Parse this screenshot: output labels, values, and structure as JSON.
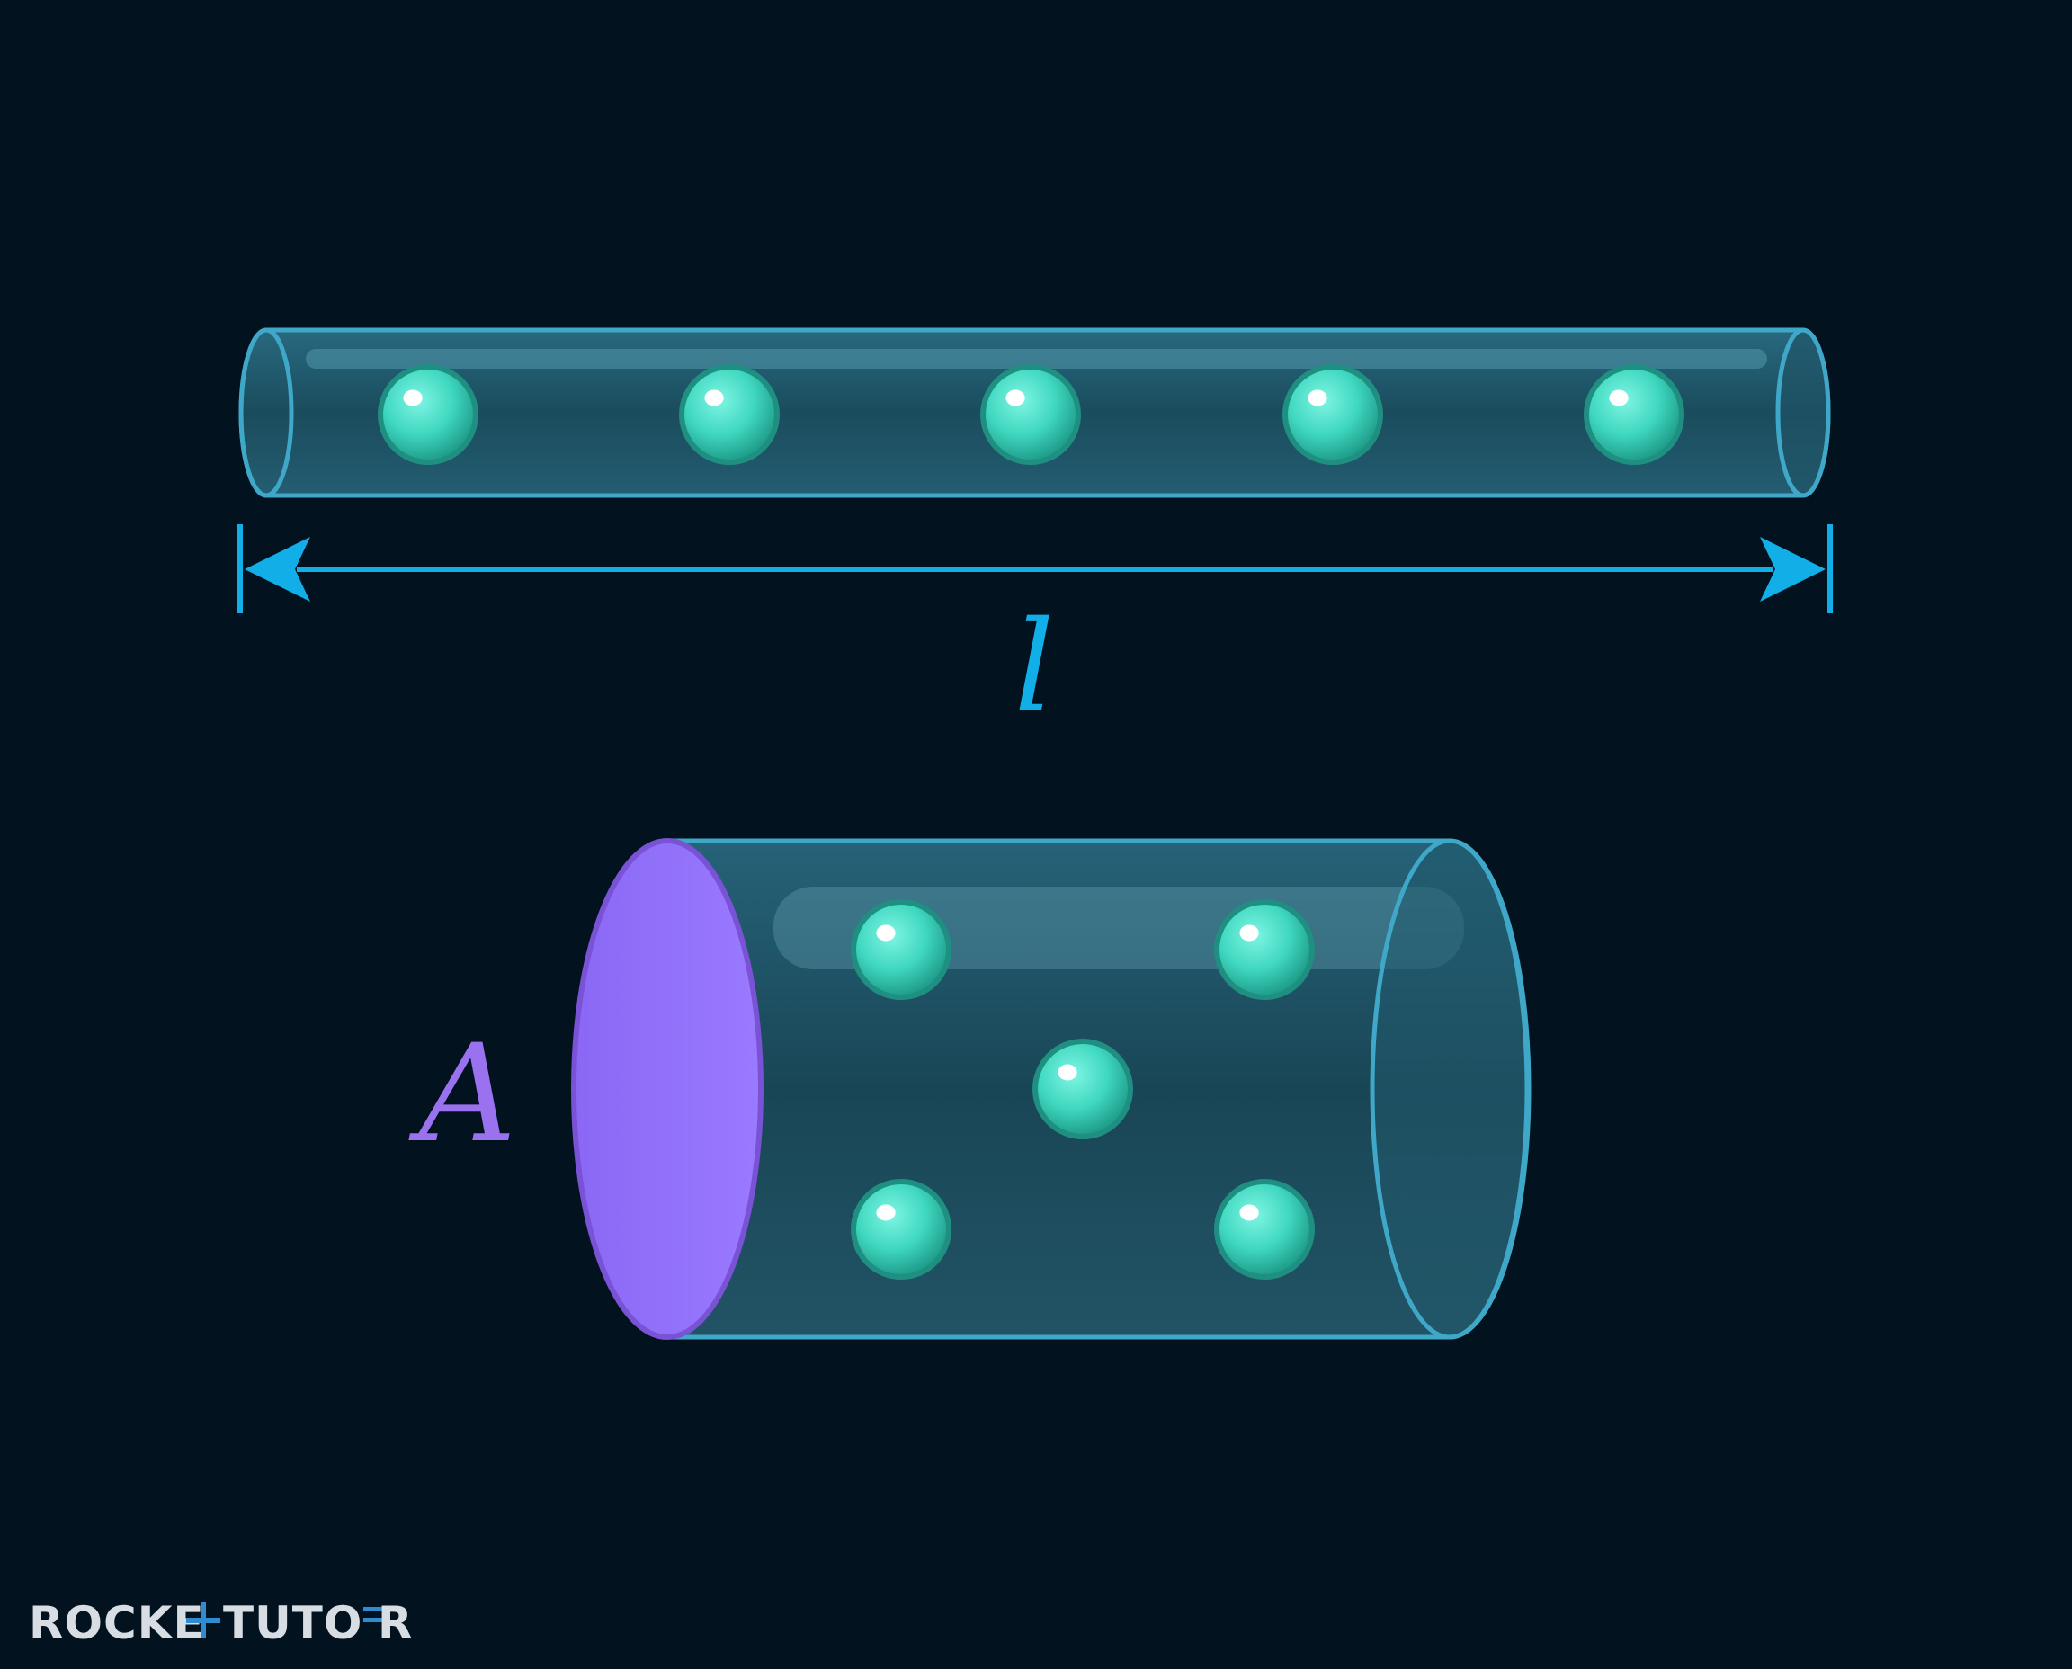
{
  "labels": {
    "length": "l",
    "area": "A"
  },
  "logo": {
    "text": "ROCKETTUTOR"
  },
  "colors": {
    "background": "#02131f",
    "tube_outline": "#3fa8c8",
    "tube_fill": "#2a6a80",
    "particle": "#40d8c0",
    "dimension_arrow": "#12aee8",
    "area_face": "#9575ff",
    "area_outline": "#7a52d6",
    "area_label": "#9a72f0",
    "logo_text": "#d7dde3",
    "logo_accent": "#2f8cd0"
  },
  "diagram": {
    "thin_wire": {
      "particle_count": 5
    },
    "thick_wire": {
      "particle_count": 5
    }
  }
}
